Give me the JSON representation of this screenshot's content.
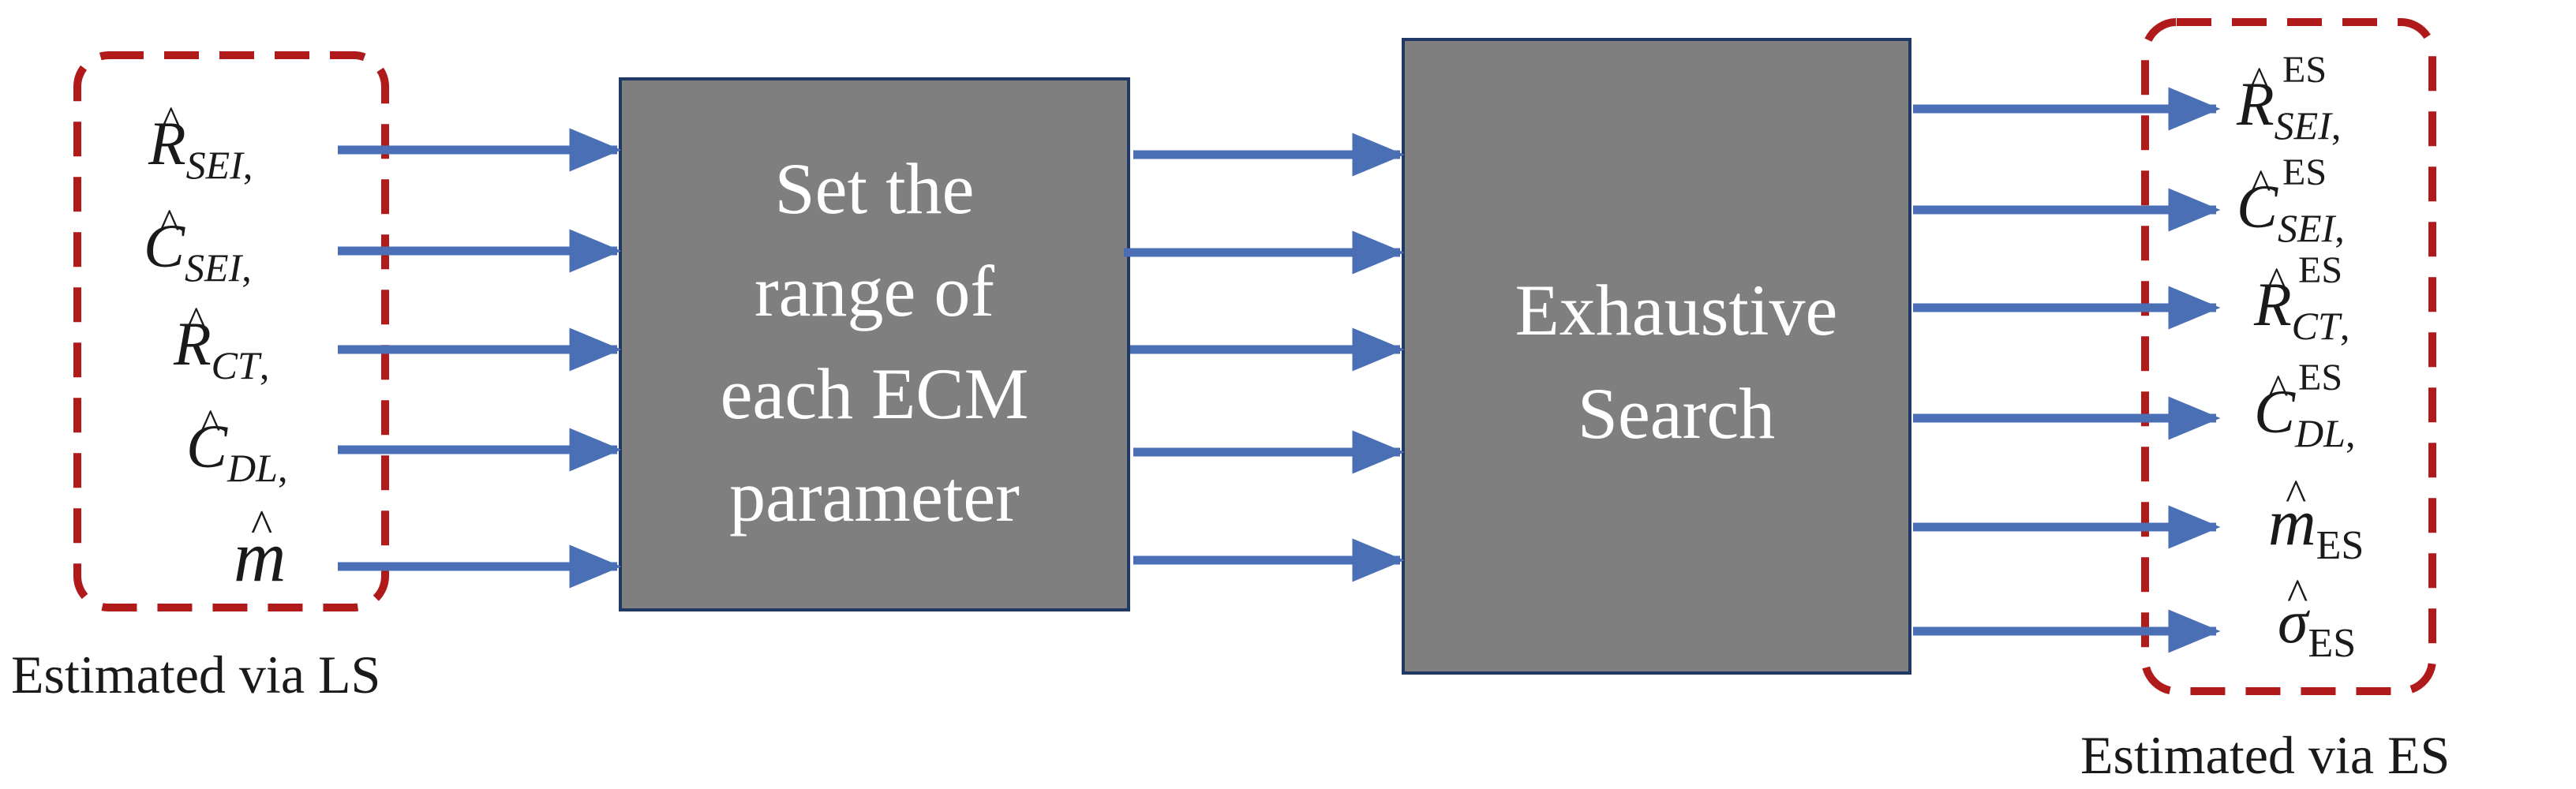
{
  "inputs": {
    "items": [
      {
        "base": "R",
        "hat": "^",
        "sub": "SEI",
        "tail": ","
      },
      {
        "base": "C",
        "hat": "^",
        "sub": "SEI",
        "tail": ","
      },
      {
        "base": "R",
        "hat": "^",
        "sub": "CT",
        "tail": ","
      },
      {
        "base": "C",
        "hat": "^",
        "sub": "DL",
        "tail": ","
      },
      {
        "base": "m",
        "hat": "^",
        "sub": "",
        "tail": ""
      }
    ],
    "caption": "Estimated via LS"
  },
  "block1": {
    "lines": [
      "Set the",
      "range of",
      "each ECM",
      "parameter"
    ]
  },
  "block2": {
    "lines": [
      "Exhaustive",
      "Search"
    ]
  },
  "outputs": {
    "items": [
      {
        "base": "R",
        "hat": "^",
        "sup": "ES",
        "sub": "SEI",
        "tail": ","
      },
      {
        "base": "C",
        "hat": "^",
        "sup": "ES",
        "sub": "SEI",
        "tail": ","
      },
      {
        "base": "R",
        "hat": "^",
        "sup": "ES",
        "sub": "CT",
        "tail": ","
      },
      {
        "base": "C",
        "hat": "^",
        "sup": "ES",
        "sub": "DL",
        "tail": ","
      },
      {
        "base": "m",
        "hat": "^",
        "sup": "",
        "sub": "ES",
        "tail": ""
      },
      {
        "base": "σ",
        "hat": "^",
        "sup": "",
        "sub": "ES",
        "tail": ""
      }
    ],
    "caption": "Estimated via ES"
  },
  "colors": {
    "arrow": "#4a6fb5",
    "block_fill": "#7f7f7f",
    "block_border": "#1f3864",
    "dashed_border": "#b01a1a",
    "block_text": "#ffffff",
    "label_text": "#1a1a1a"
  }
}
